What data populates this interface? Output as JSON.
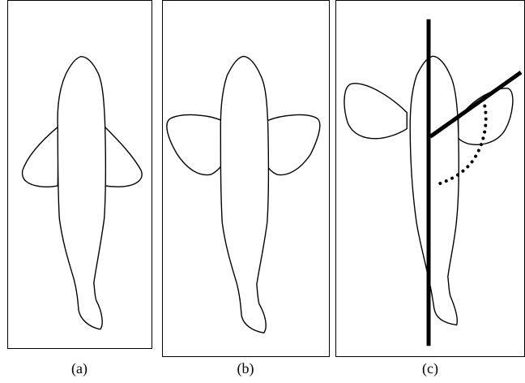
{
  "figure": {
    "panels": [
      {
        "id": "a",
        "caption": "(a)",
        "fins": "lowered"
      },
      {
        "id": "b",
        "caption": "(b)",
        "fins": "extended"
      },
      {
        "id": "c",
        "caption": "(c)",
        "fins": "extended"
      }
    ],
    "colors": {
      "stroke": "#000000",
      "background": "#ffffff"
    }
  }
}
